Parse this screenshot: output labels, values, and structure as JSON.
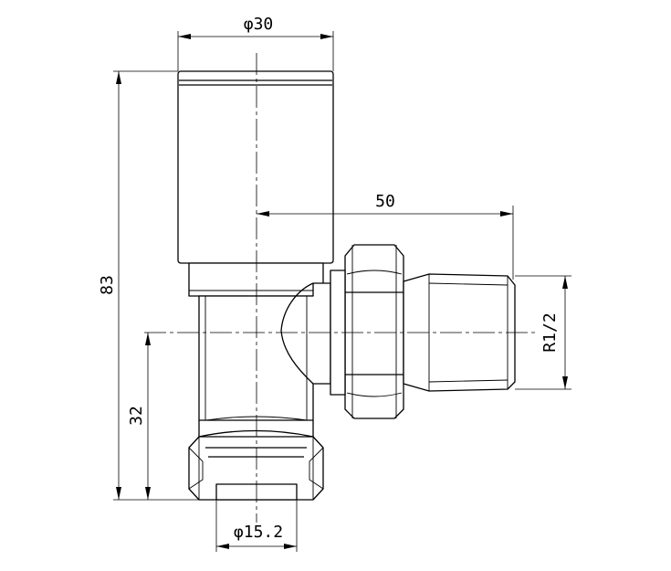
{
  "dimensions": {
    "head_diameter": "φ30",
    "outlet_length": "50",
    "overall_height": "83",
    "thread_size": "R1/2",
    "inlet_height": "32",
    "pipe_diameter": "φ15.2"
  }
}
